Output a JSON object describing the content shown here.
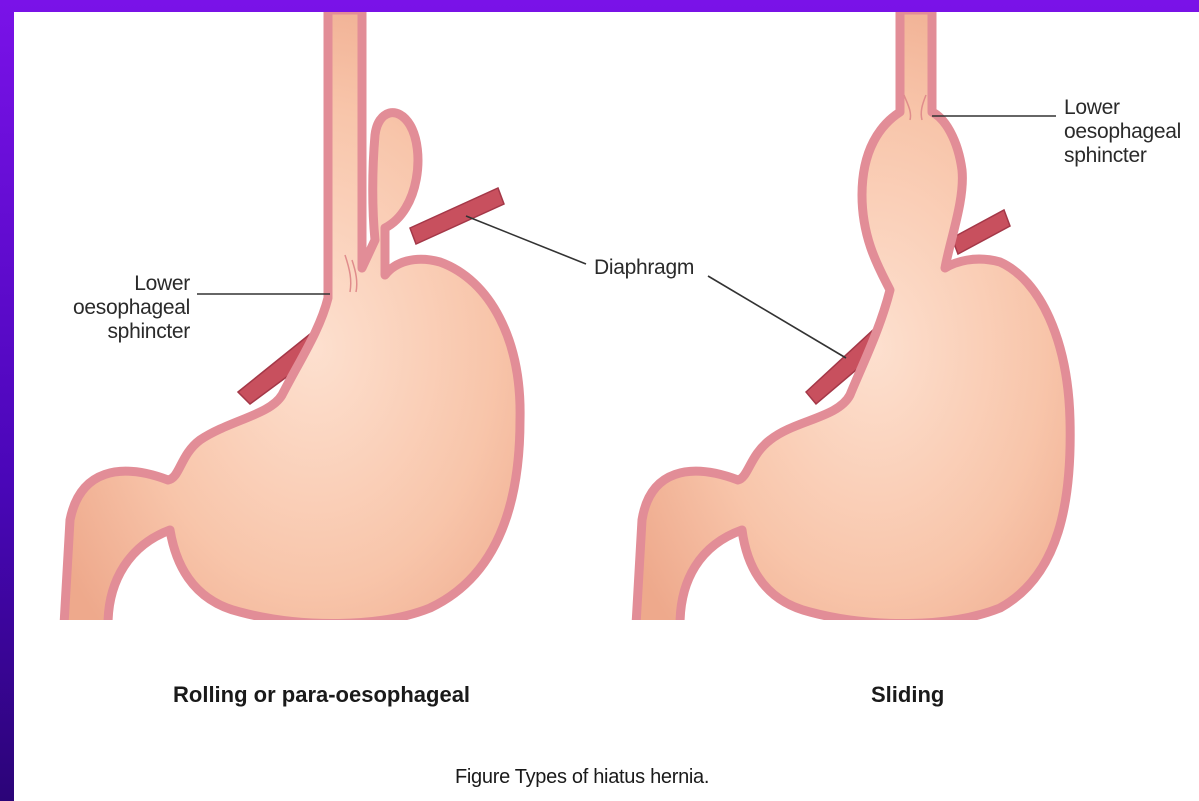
{
  "colors": {
    "frame_top": "#7a12e8",
    "frame_bottom": "#2b0478",
    "organ_fill": "#f7c4a8",
    "organ_wall": "#e28d97",
    "diaphragm": "#c8505e"
  },
  "left_diagram": {
    "sphincter_label": [
      "Lower",
      "oesophageal",
      "sphincter"
    ],
    "caption": "Rolling or para-oesophageal"
  },
  "right_diagram": {
    "sphincter_label": [
      "Lower",
      "oesophageal",
      "sphincter"
    ],
    "caption": "Sliding"
  },
  "diaphragm_label": "Diaphragm",
  "figure_caption": "Figure  Types of hiatus hernia."
}
